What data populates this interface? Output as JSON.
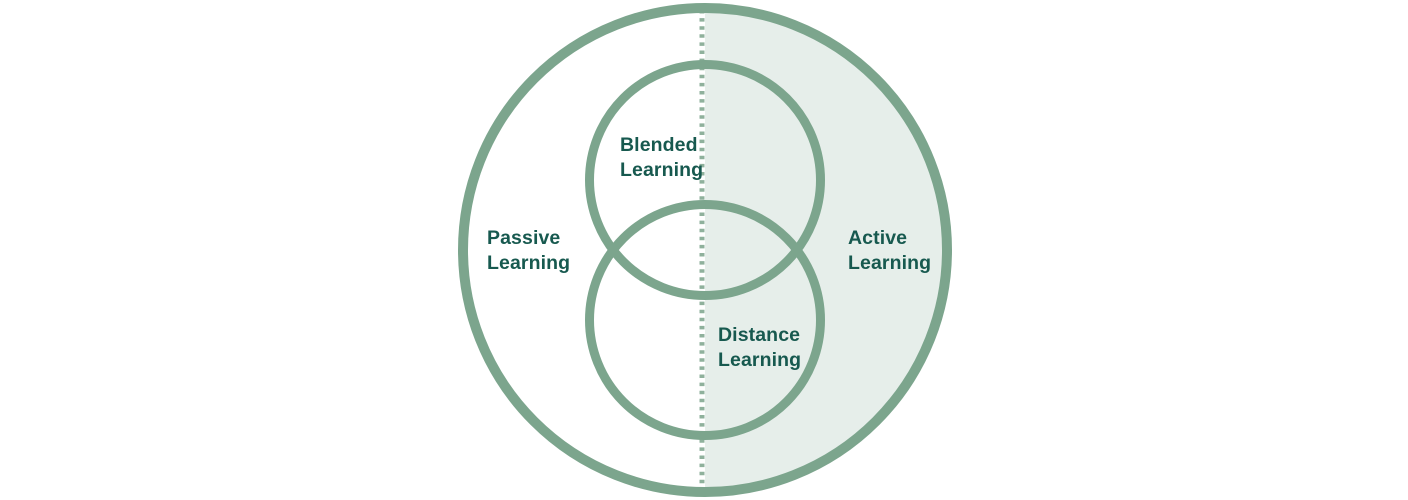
{
  "diagram": {
    "type": "venn",
    "labels": {
      "passive": "Passive\nLearning",
      "blended": "Blended\nLearning",
      "distance": "Distance\nLearning",
      "active": "Active\nLearning"
    },
    "colors": {
      "circle_stroke": "#7CA58D",
      "active_fill": "#E6EEEA",
      "divider_dots": "#8FB19C",
      "label_text": "#17594F",
      "background": "#FFFFFF"
    }
  }
}
